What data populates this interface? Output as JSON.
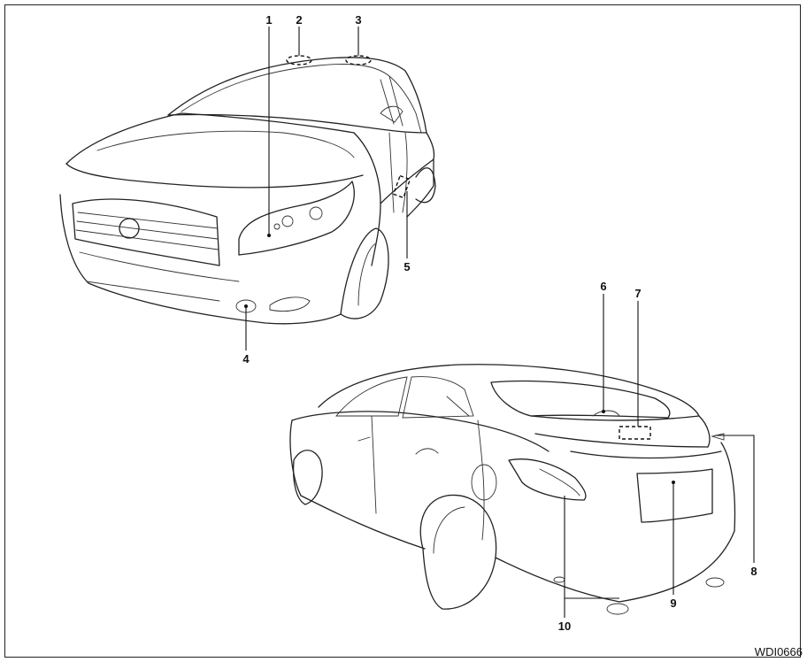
{
  "diagram": {
    "callouts": [
      "1",
      "2",
      "3",
      "4",
      "5",
      "6",
      "7",
      "8",
      "9",
      "10"
    ],
    "figure_code": "WDI0666"
  }
}
